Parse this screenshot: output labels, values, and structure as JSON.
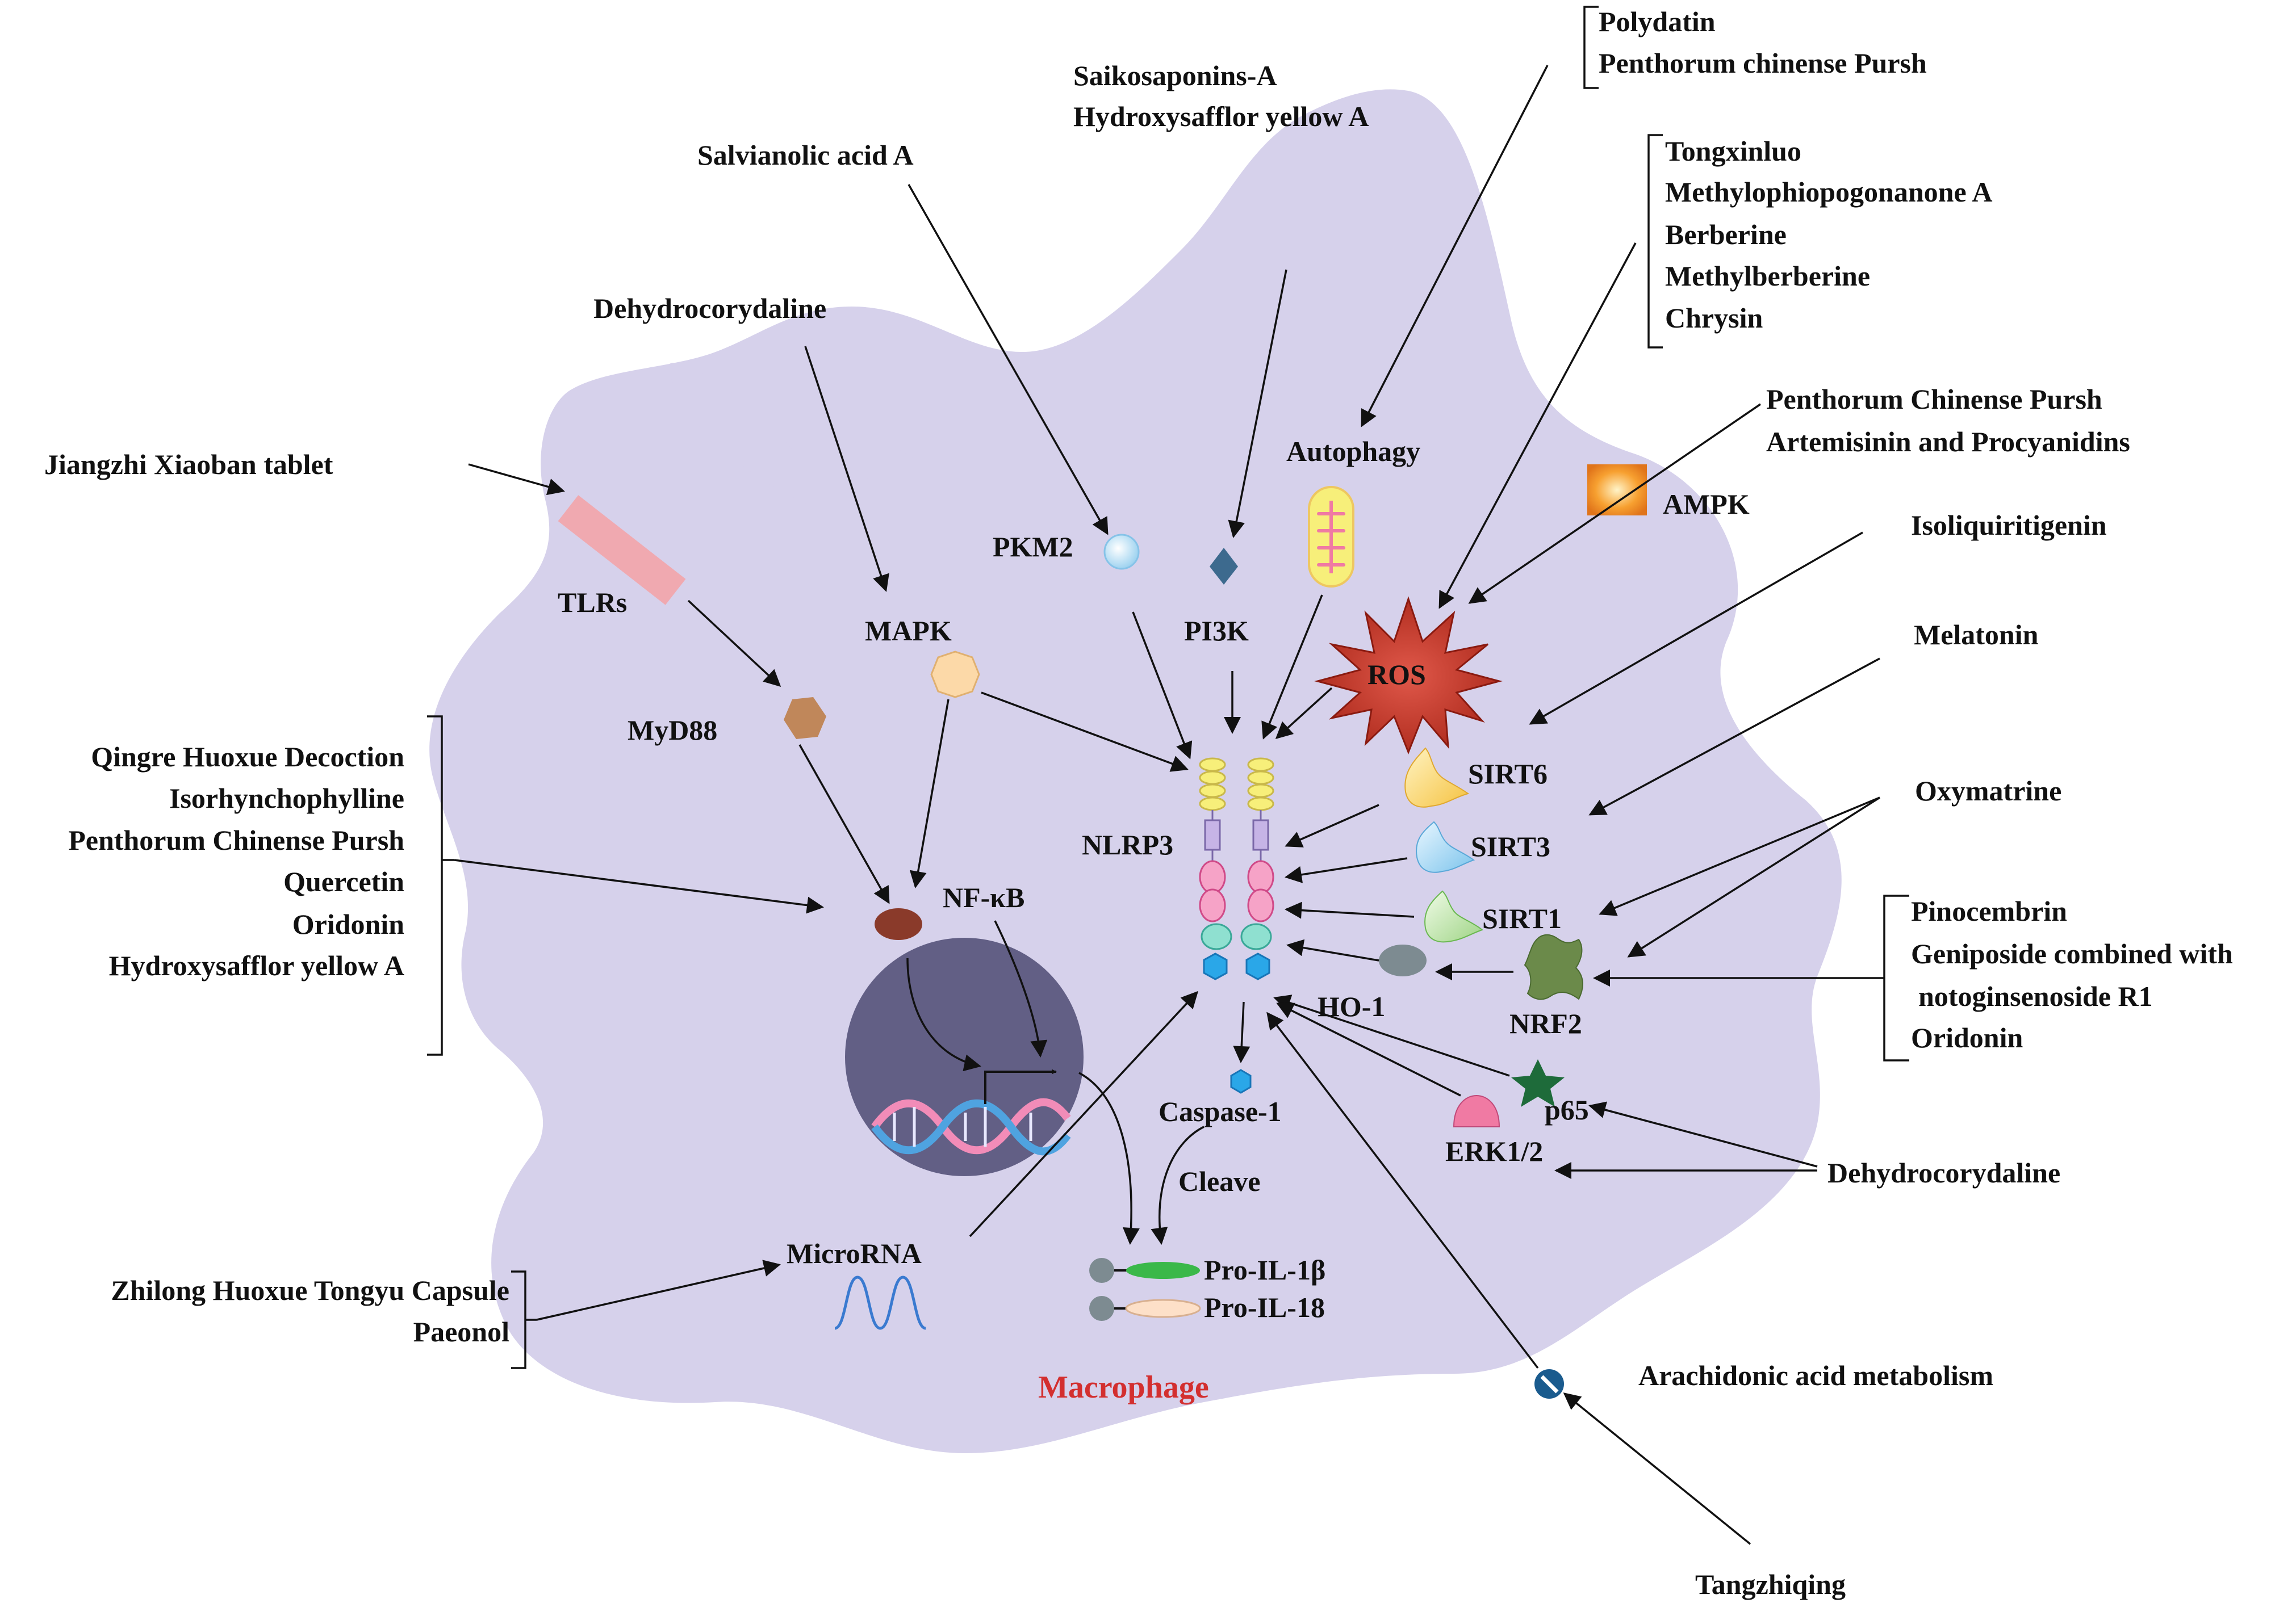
{
  "diagram": {
    "cell_label": "Macrophage",
    "components": {
      "tlrs": "TLRs",
      "myd88": "MyD88",
      "mapk": "MAPK",
      "nfkb": "NF-κB",
      "pkm2": "PKM2",
      "pi3k": "PI3K",
      "autophagy": "Autophagy",
      "ros": "ROS",
      "ampk": "AMPK",
      "nlrp3": "NLRP3",
      "sirt6": "SIRT6",
      "sirt3": "SIRT3",
      "sirt1": "SIRT1",
      "ho1": "HO-1",
      "nrf2": "NRF2",
      "p65": "p65",
      "erk12": "ERK1/2",
      "caspase1": "Caspase-1",
      "cleave": "Cleave",
      "pro_il1b": "Pro-IL-1β",
      "pro_il18": "Pro-IL-18",
      "microrna": "MicroRNA",
      "arachidonic": "Arachidonic acid metabolism"
    },
    "compounds": {
      "jiangzhi": "Jiangzhi Xiaoban tablet",
      "dehydro_top": "Dehydrocorydaline",
      "salvianolic": "Salvianolic acid A",
      "saiko_group": [
        "Saikosaponins-A",
        "Hydroxysafflor yellow A"
      ],
      "polydatin_group": [
        "Polydatin",
        "Penthorum chinense Pursh"
      ],
      "tongxinluo_group": [
        "Tongxinluo",
        "Methylophiopogonanone A",
        "Berberine",
        "Methylberberine",
        "Chrysin"
      ],
      "penthorum_ampk_group": [
        "Penthorum Chinense Pursh",
        "Artemisinin and Procyanidins"
      ],
      "isoliquiritigenin": "Isoliquiritigenin",
      "melatonin": "Melatonin",
      "oxymatrine": "Oxymatrine",
      "nrf2_group": [
        "Pinocembrin",
        "Geniposide combined with",
        "notoginsenoside R1",
        "Oridonin"
      ],
      "dehydro_bottom": "Dehydrocorydaline",
      "tangzhiqing": "Tangzhiqing",
      "nfkb_group": [
        "Qingre Huoxue Decoction",
        "Isorhynchophylline",
        "Penthorum Chinense Pursh",
        "Quercetin",
        "Oridonin",
        "Hydroxysafflor yellow A"
      ],
      "microrna_group": [
        "Zhilong Huoxue Tongyu Capsule",
        "Paeonol"
      ]
    },
    "colors": {
      "cell_fill": "#d6d1eb",
      "nucleus_fill": "#625f85",
      "macrophage_label": "#d32f2f",
      "ros_fill": "#c23a2a",
      "ampk_fill": "#f28c1e",
      "myd88_fill": "#c0875a",
      "mapk_fill": "#fcd9a8",
      "nfkb_fill": "#8a3a2a",
      "nrf2_fill": "#6b8a4a",
      "p65_fill": "#1e6b3a",
      "erk_fill": "#f07aa3"
    }
  }
}
